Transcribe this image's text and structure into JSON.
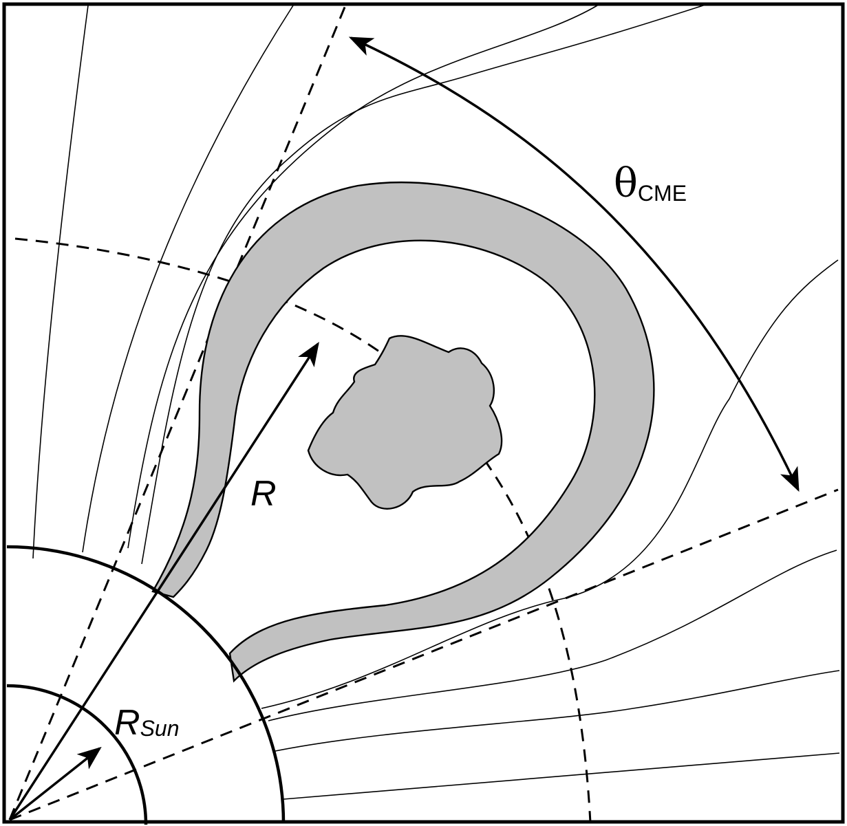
{
  "labels": {
    "theta_symbol": "θ",
    "theta_subscript": "CME",
    "radius_label": "R",
    "sun_radius_symbol": "R",
    "sun_radius_subscript": "Sun"
  },
  "colors": {
    "line": "#000000",
    "cme_fill": "#c1c1c1",
    "background": "#ffffff"
  }
}
